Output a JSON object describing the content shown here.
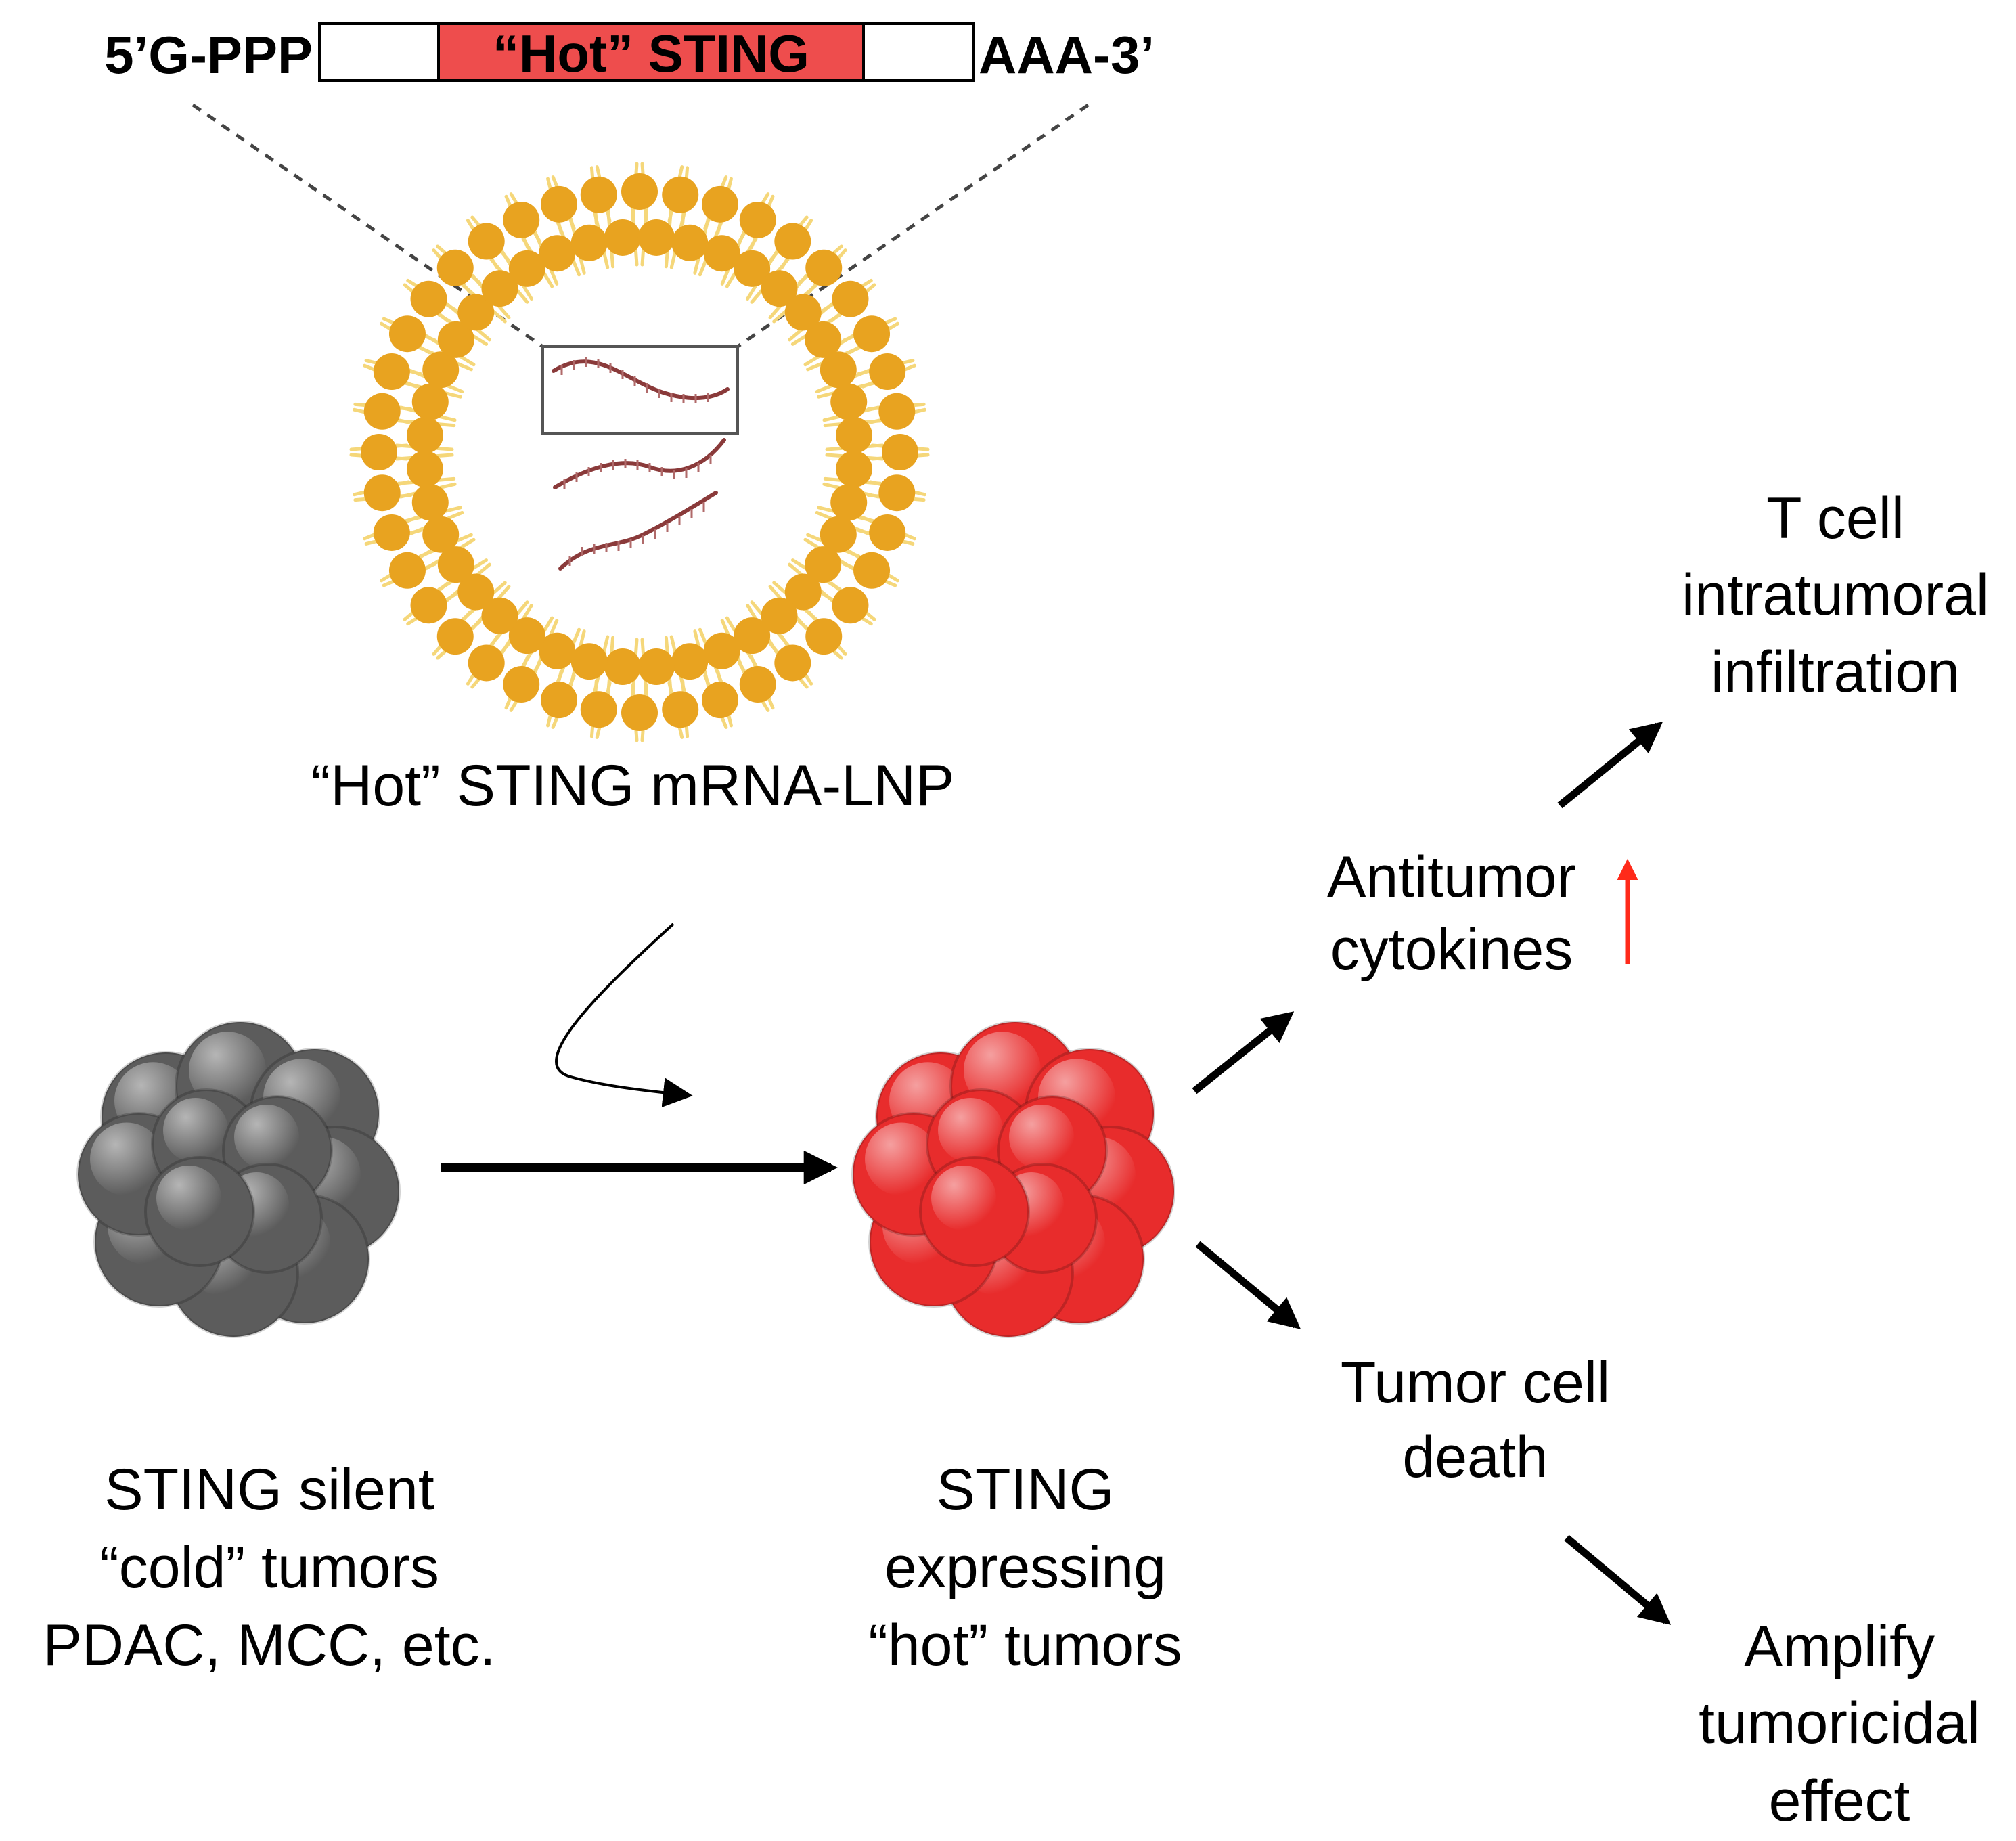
{
  "construct": {
    "five_prime": "5’G-PPP",
    "coding_region": "“Hot” STING",
    "three_prime": "AAA-3’",
    "coding_color": "#ee4d4d"
  },
  "lnp": {
    "label": "“Hot” STING mRNA-LNP",
    "lipid_head_color": "#e8a320",
    "lipid_tail_color": "#f5d77a",
    "mrna_color": "#8a3a3a"
  },
  "cold_tumor": {
    "lines": [
      "STING silent",
      "“cold” tumors",
      "PDAC, MCC, etc."
    ],
    "color": "#5c5c5c"
  },
  "hot_tumor": {
    "lines": [
      "STING",
      "expressing",
      "“hot” tumors"
    ],
    "color": "#e82c2c"
  },
  "outcomes": {
    "cytokines": [
      "Antitumor",
      "cytokines"
    ],
    "infiltration": [
      "T cell",
      "intratumoral",
      "infiltration"
    ],
    "death": [
      "Tumor cell",
      "death"
    ],
    "amplify": [
      "Amplify",
      "tumoricidal",
      "effect"
    ]
  },
  "accent_arrow_color": "#ff2a1a"
}
